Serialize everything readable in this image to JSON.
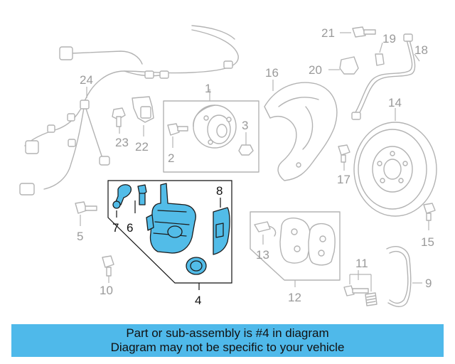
{
  "diagram": {
    "callouts": {
      "c1": "1",
      "c2": "2",
      "c3": "3",
      "c4": "4",
      "c5": "5",
      "c6": "6",
      "c7": "7",
      "c8": "8",
      "c9": "9",
      "c10": "10",
      "c11": "11",
      "c12": "12",
      "c13": "13",
      "c14": "14",
      "c15": "15",
      "c16": "16",
      "c17": "17",
      "c18": "18",
      "c19": "19",
      "c20": "20",
      "c21": "21",
      "c22": "22",
      "c23": "23",
      "c24": "24"
    },
    "highlighted_part": "4",
    "highlight_color": "#52bce8",
    "ghost_color": "#b3b3b3"
  },
  "banner": {
    "line1": "Part or sub-assembly is #4 in diagram",
    "line2": "Diagram may not be specific to your vehicle",
    "background": "#4fb9ea"
  }
}
